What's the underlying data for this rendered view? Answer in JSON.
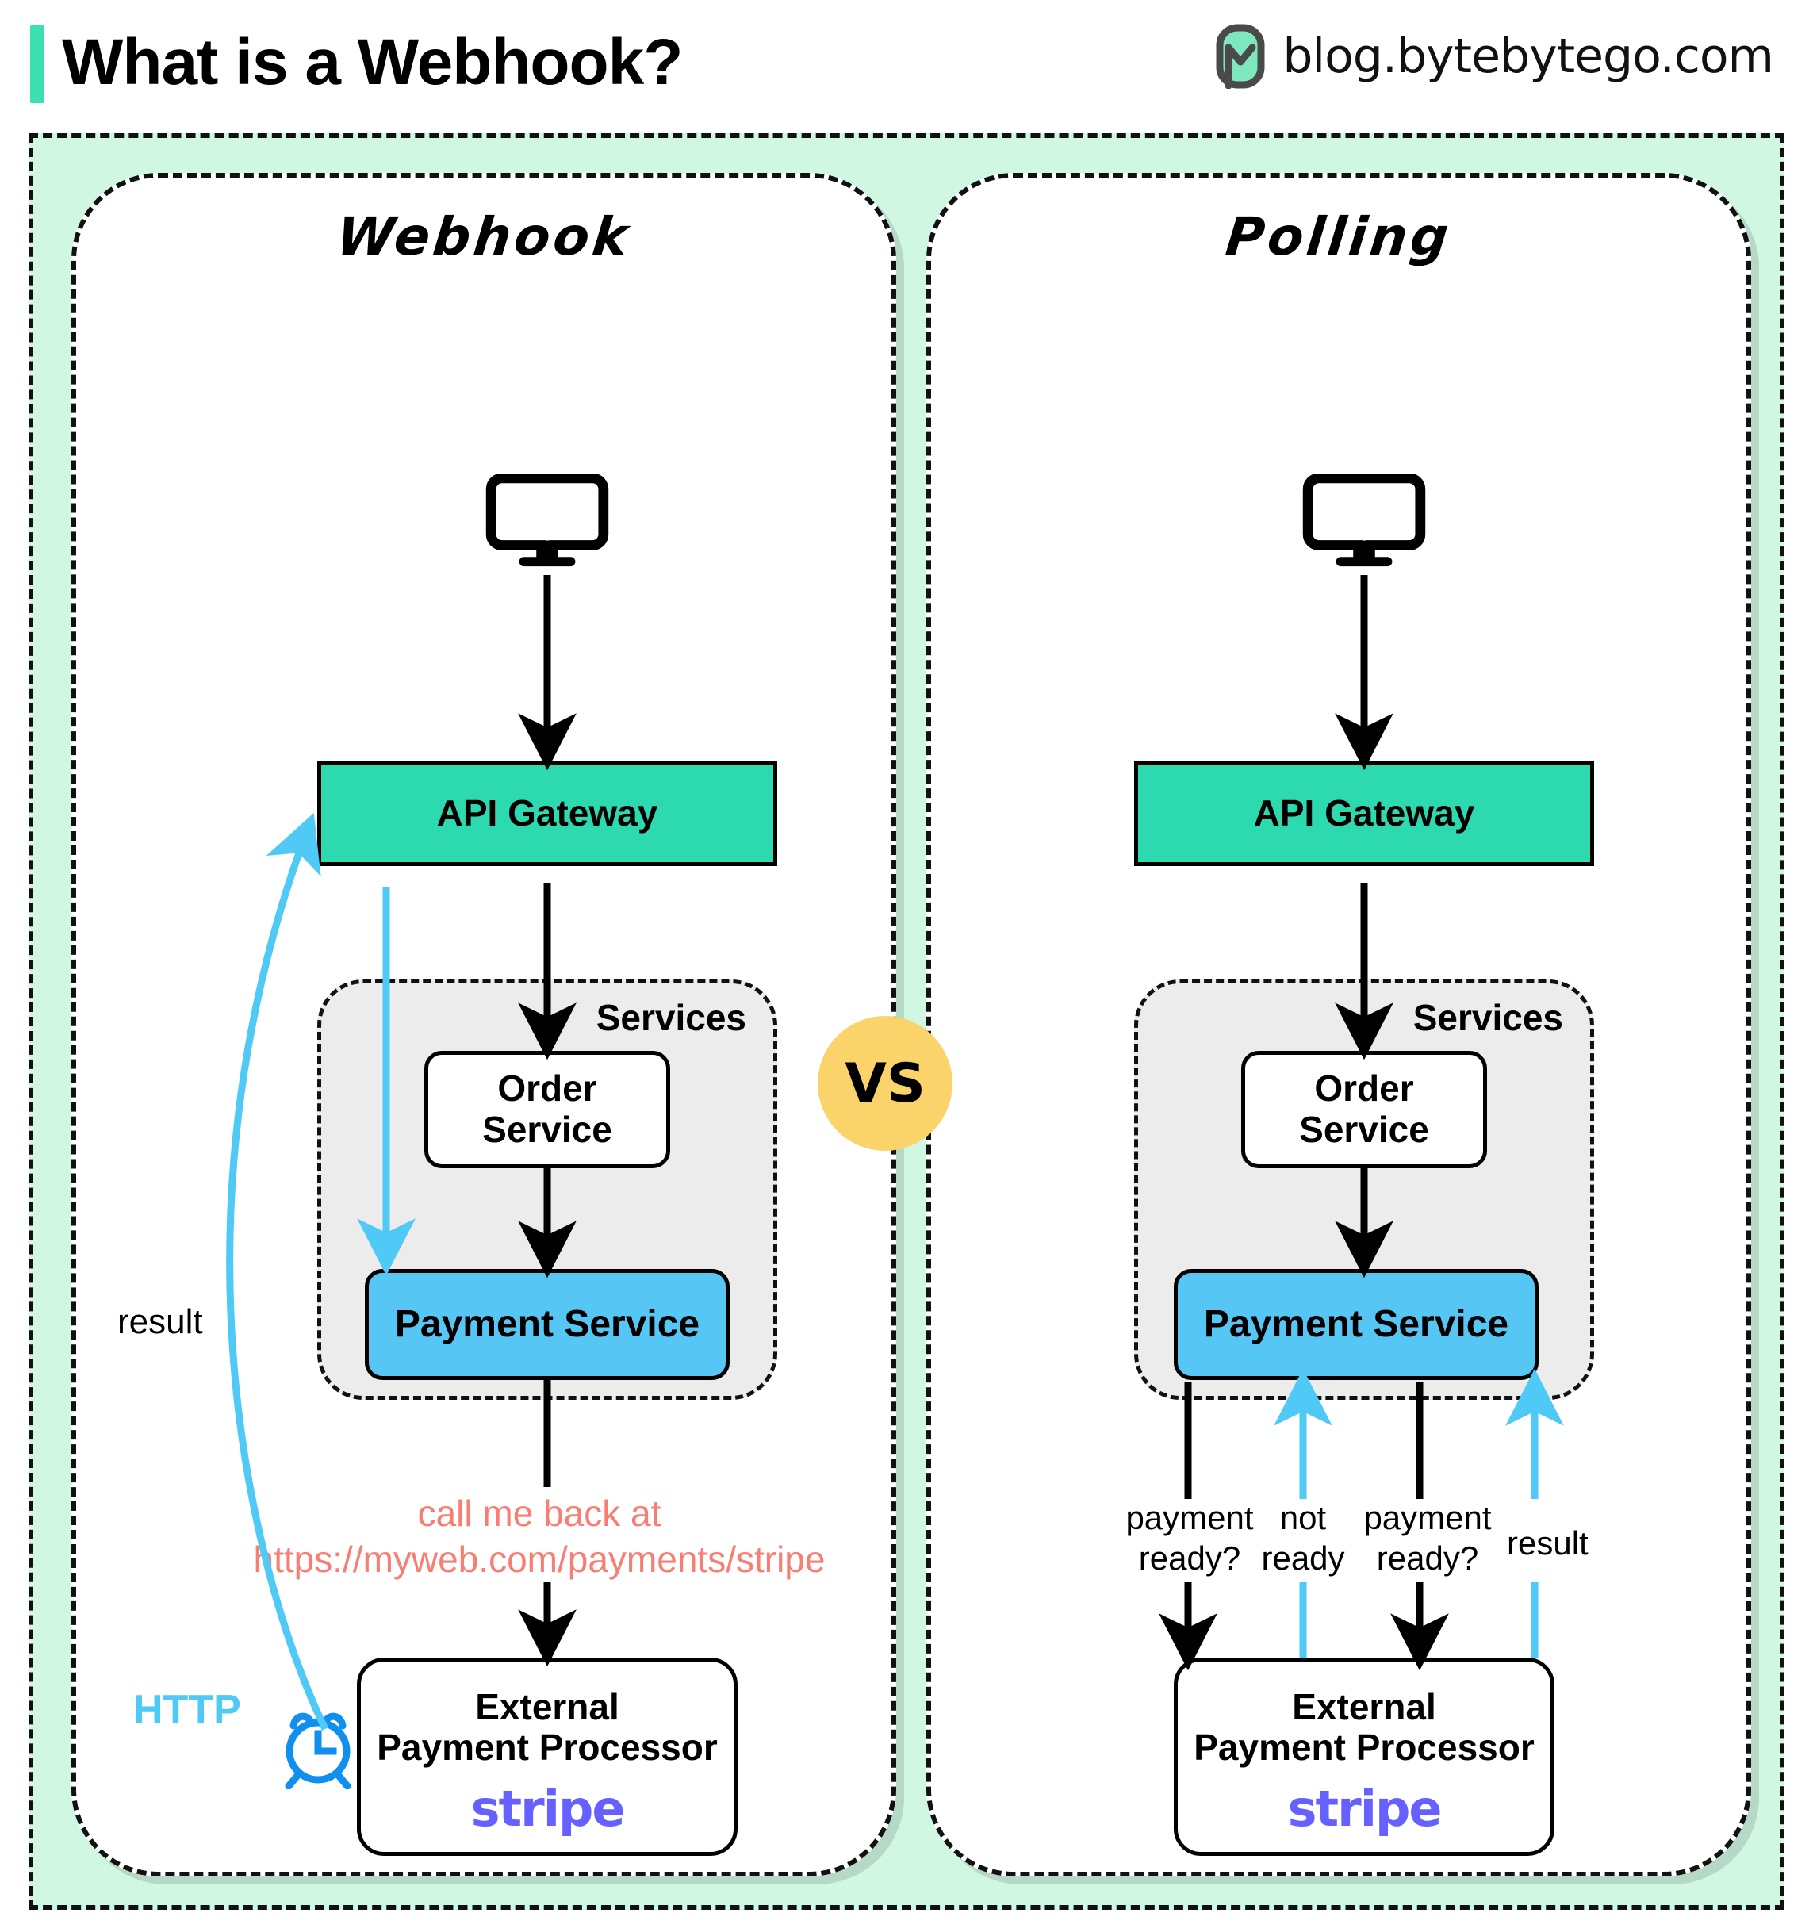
{
  "header": {
    "title": "What is a Webhook?",
    "brand_text": "blog.bytebytego.com",
    "logo_icon": "bytebytego-logo-icon",
    "accent_color": "#3AE0B0"
  },
  "colors": {
    "canvas_mint": "#CFF7E2",
    "gateway_green": "#2DD9AE",
    "payment_blue": "#56C6F5",
    "services_gray": "#ECECEC",
    "vs_yellow": "#FBD36B",
    "callback_red": "#F87D72",
    "http_blue": "#4FC9F5",
    "clock_blue": "#0F8FF0",
    "stripe_purple": "#6560FF"
  },
  "vs_badge": {
    "label": "VS"
  },
  "panels": [
    {
      "id": "webhook",
      "title": "Webhook",
      "client_icon": "monitor-icon",
      "gateway": {
        "label": "API Gateway"
      },
      "services": {
        "label": "Services",
        "order": {
          "label_line1": "Order",
          "label_line2": "Service"
        },
        "payment": {
          "label": "Payment Service"
        }
      },
      "processor": {
        "line1": "External",
        "line2": "Payment Processor",
        "logo": "stripe"
      },
      "annotations": {
        "result": "result",
        "callback_line1": "call me back at",
        "callback_line2": "https://myweb.com/payments/stripe",
        "http": "HTTP",
        "clock_icon": "alarm-clock-icon"
      }
    },
    {
      "id": "polling",
      "title": "Polling",
      "client_icon": "monitor-icon",
      "gateway": {
        "label": "API Gateway"
      },
      "services": {
        "label": "Services",
        "order": {
          "label_line1": "Order",
          "label_line2": "Service"
        },
        "payment": {
          "label": "Payment Service"
        }
      },
      "processor": {
        "line1": "External",
        "line2": "Payment Processor",
        "logo": "stripe"
      },
      "annotations": {
        "poll1_line1": "payment",
        "poll1_line2": "ready?",
        "poll2_line1": "not",
        "poll2_line2": "ready",
        "poll3_line1": "payment",
        "poll3_line2": "ready?",
        "poll4": "result"
      }
    }
  ]
}
